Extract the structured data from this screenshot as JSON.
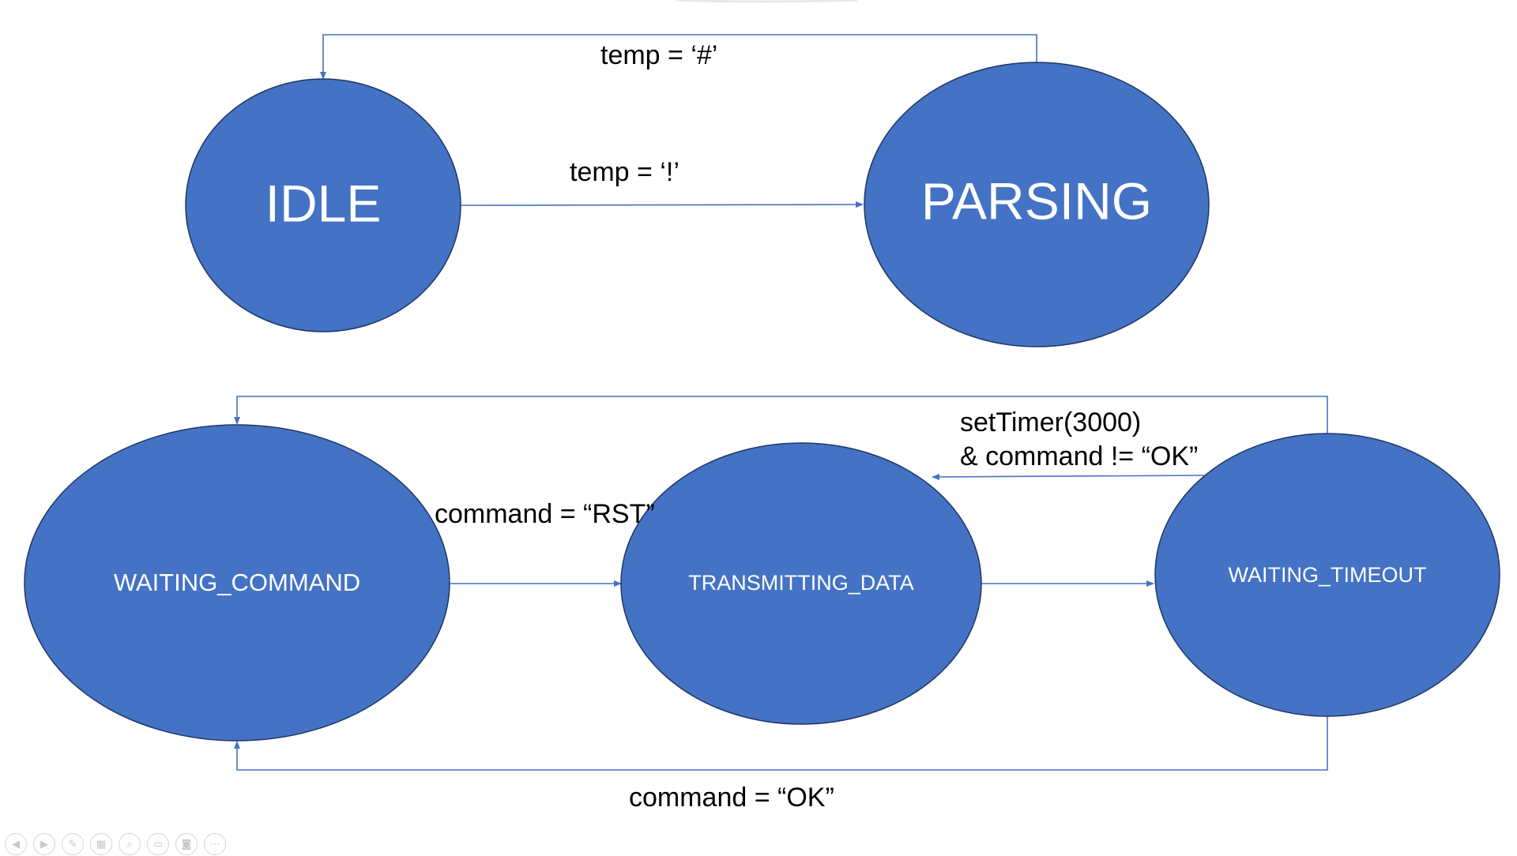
{
  "states": {
    "idle": {
      "label": "IDLE"
    },
    "parsing": {
      "label": "PARSING"
    },
    "waiting_command": {
      "label": "WAITING_COMMAND"
    },
    "transmitting_data": {
      "label": "TRANSMITTING_DATA"
    },
    "waiting_timeout": {
      "label": "WAITING_TIMEOUT"
    }
  },
  "transitions": {
    "idle_to_parsing": {
      "label": "temp = ‘!’"
    },
    "parsing_to_idle": {
      "label": "temp = ‘#’"
    },
    "waiting_to_transmitting": {
      "label": "command = “RST”"
    },
    "timeout_to_transmitting": {
      "label_line1": "setTimer(3000)",
      "label_line2": "& command != “OK”"
    },
    "timeout_to_waiting_ok": {
      "label": "command = “OK”"
    }
  },
  "colors": {
    "state_fill": "#4472c4",
    "state_stroke": "#1f3864",
    "connector": "#4472c4"
  },
  "toolbar": {
    "icons": [
      "previous-slide-icon",
      "next-slide-icon",
      "pen-icon",
      "see-all-slides-icon",
      "zoom-icon",
      "subtitles-icon",
      "camera-icon",
      "more-options-icon"
    ]
  }
}
